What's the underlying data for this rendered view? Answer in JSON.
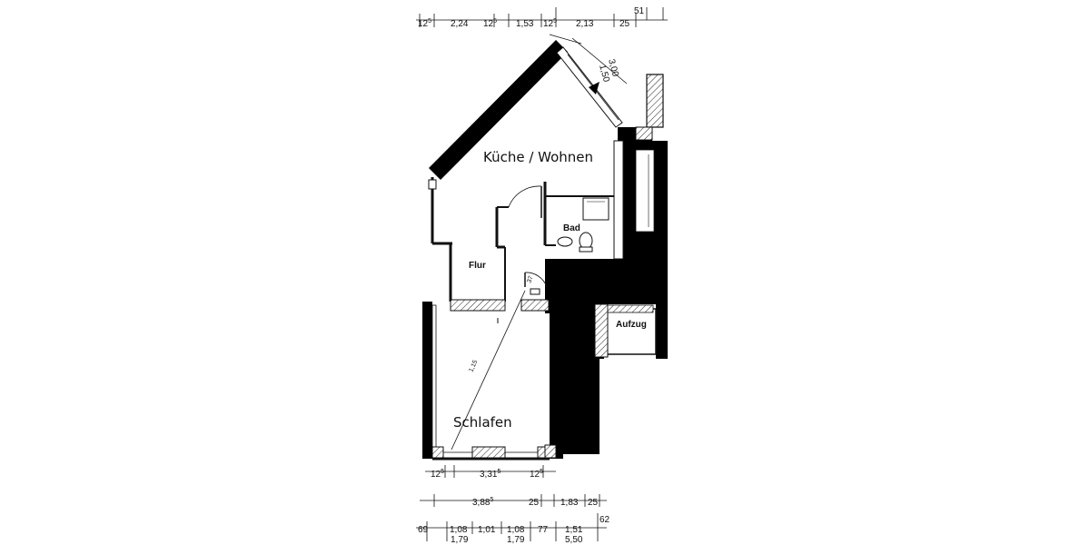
{
  "rooms": {
    "kitchen_living": "Küche / Wohnen",
    "bath": "Bad",
    "hall": "Flur",
    "bedroom": "Schlafen",
    "elevator": "Aufzug"
  },
  "dims_top": {
    "d1": "12",
    "d1s": "5",
    "d2": "2,24",
    "d3": "12",
    "d3s": "5",
    "d4": "1,53",
    "d5": "12",
    "d5s": "5",
    "d6": "2,13",
    "d7": "25",
    "d8": "51"
  },
  "dims_window": {
    "w1": "3,00",
    "w2": "1,50"
  },
  "dims_bedroom": {
    "b1": "12",
    "b1s": "5",
    "b2": "3,31",
    "b2s": "5",
    "b3": "12",
    "b3s": "5"
  },
  "dims_bottom1": {
    "c1": "3,88",
    "c1s": "5",
    "c2": "25",
    "c3": "1,83",
    "c4": "25"
  },
  "dims_bottom2": {
    "e0": "62",
    "e1": "69",
    "e2": "1,08",
    "e3": "1,01",
    "e4": "1,08",
    "e5": "77",
    "e6": "1,51",
    "f1": "1,79",
    "f2": "1,79",
    "f3": "5,50"
  },
  "door_labels": {
    "hall_door": "37",
    "bed_diag": "1,15"
  }
}
